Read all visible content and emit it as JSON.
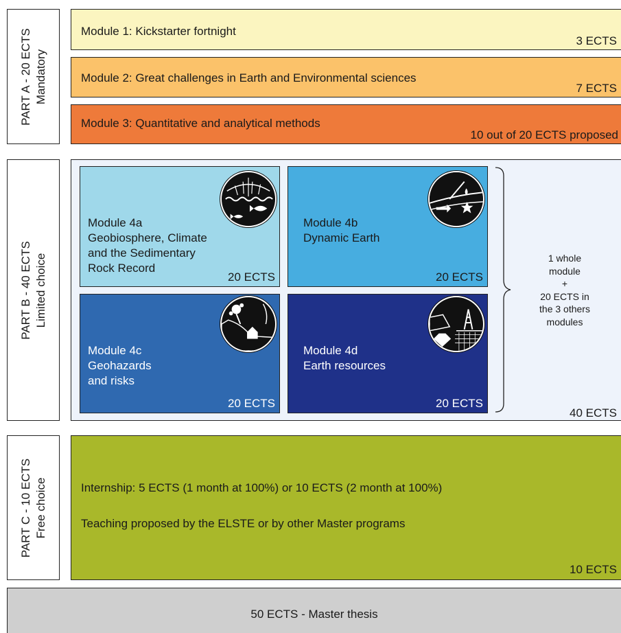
{
  "partA": {
    "side_label_line1": "PART A - 20 ECTS",
    "side_label_line2": "Mandatory",
    "modules": [
      {
        "title": "Module 1: Kickstarter fortnight",
        "ects": "3 ECTS",
        "color": "#fbf5c0"
      },
      {
        "title": "Module 2: Great challenges in Earth and Environmental sciences",
        "ects": "7 ECTS",
        "color": "#fbc26a"
      },
      {
        "title": "Module 3: Quantitative and analytical methods",
        "ects": "10 out of 20 ECTS proposed",
        "color": "#ee7a3a"
      }
    ]
  },
  "partB": {
    "side_label_line1": "PART B - 40 ECTS",
    "side_label_line2": "Limited choice",
    "modules": [
      {
        "line1": "Module 4a",
        "line2": "Geobiosphere, Climate",
        "line3": "and the Sedimentary",
        "line4": "Rock Record",
        "ects": "20 ECTS",
        "color": "#9fd8ea",
        "icon": "fish-climate-icon"
      },
      {
        "line1": "Module 4b",
        "line2": "Dynamic Earth",
        "line3": "",
        "line4": "",
        "ects": "20 ECTS",
        "color": "#47ade0",
        "icon": "tectonic-drop-star-icon"
      },
      {
        "line1": "Module 4c",
        "line2": "Geohazards",
        "line3": "and risks",
        "line4": "",
        "ects": "20 ECTS",
        "color": "#2f69b0",
        "icon": "landslide-house-icon"
      },
      {
        "line1": "Module 4d",
        "line2": "Earth resources",
        "line3": "",
        "line4": "",
        "ects": "20 ECTS",
        "color": "#1f3189",
        "icon": "diamond-derrick-icon"
      }
    ],
    "note_lines": [
      "1 whole",
      "module",
      "+",
      "20 ECTS in",
      "the 3 others",
      "modules"
    ],
    "total_ects": "40 ECTS"
  },
  "partC": {
    "side_label_line1": "PART C - 10 ECTS",
    "side_label_line2": "Free choice",
    "line1": "Internship: 5 ECTS (1 month at 100%) or 10 ECTS (2 month at 100%)",
    "line2": "Teaching proposed by the ELSTE or by other Master programs",
    "ects": "10 ECTS"
  },
  "thesis": {
    "label": "50 ECTS - Master thesis"
  }
}
